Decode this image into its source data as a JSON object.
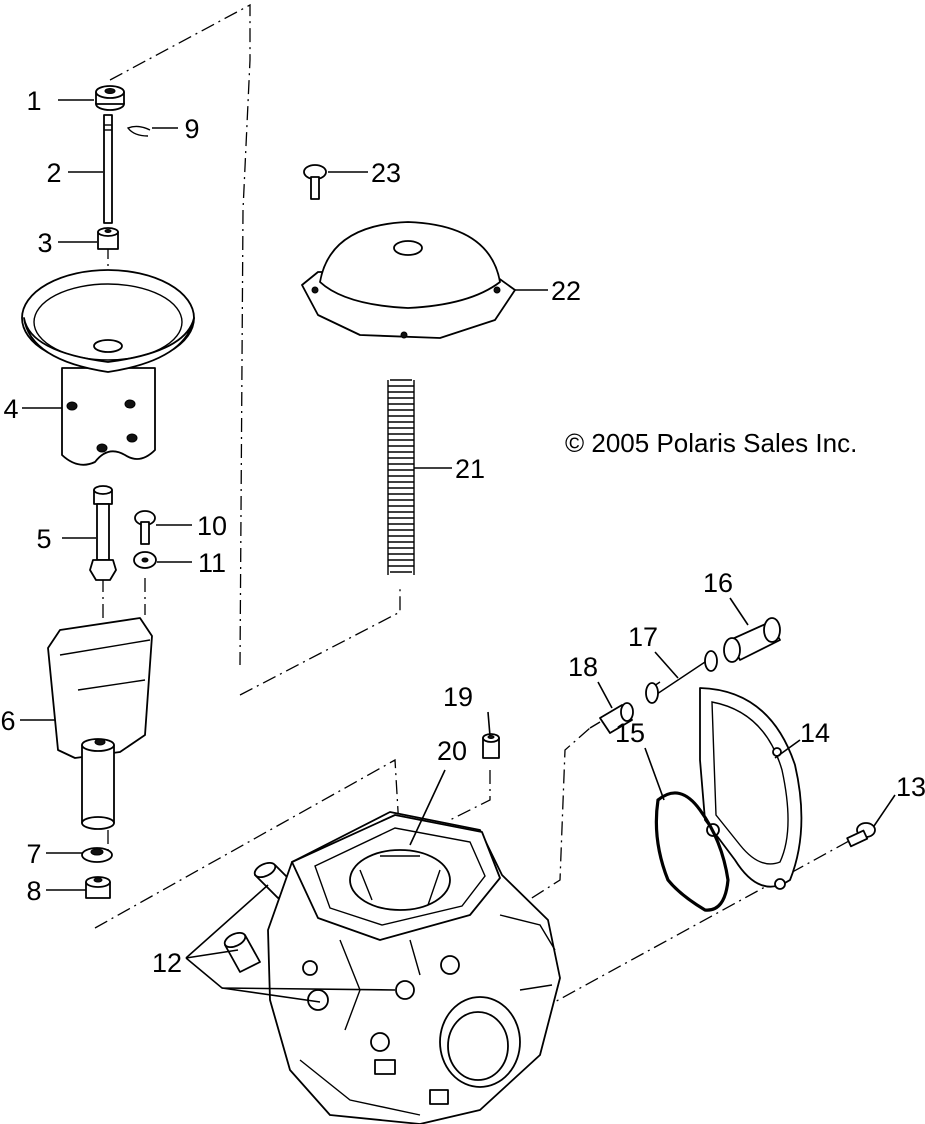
{
  "copyright": "© 2005 Polaris Sales Inc.",
  "callouts": {
    "c1": "1",
    "c2": "2",
    "c3": "3",
    "c4": "4",
    "c5": "5",
    "c6": "6",
    "c7": "7",
    "c8": "8",
    "c9": "9",
    "c10": "10",
    "c11": "11",
    "c12": "12",
    "c13": "13",
    "c14": "14",
    "c15": "15",
    "c16": "16",
    "c17": "17",
    "c18": "18",
    "c19": "19",
    "c20": "20",
    "c21": "21",
    "c22": "22",
    "c23": "23"
  }
}
